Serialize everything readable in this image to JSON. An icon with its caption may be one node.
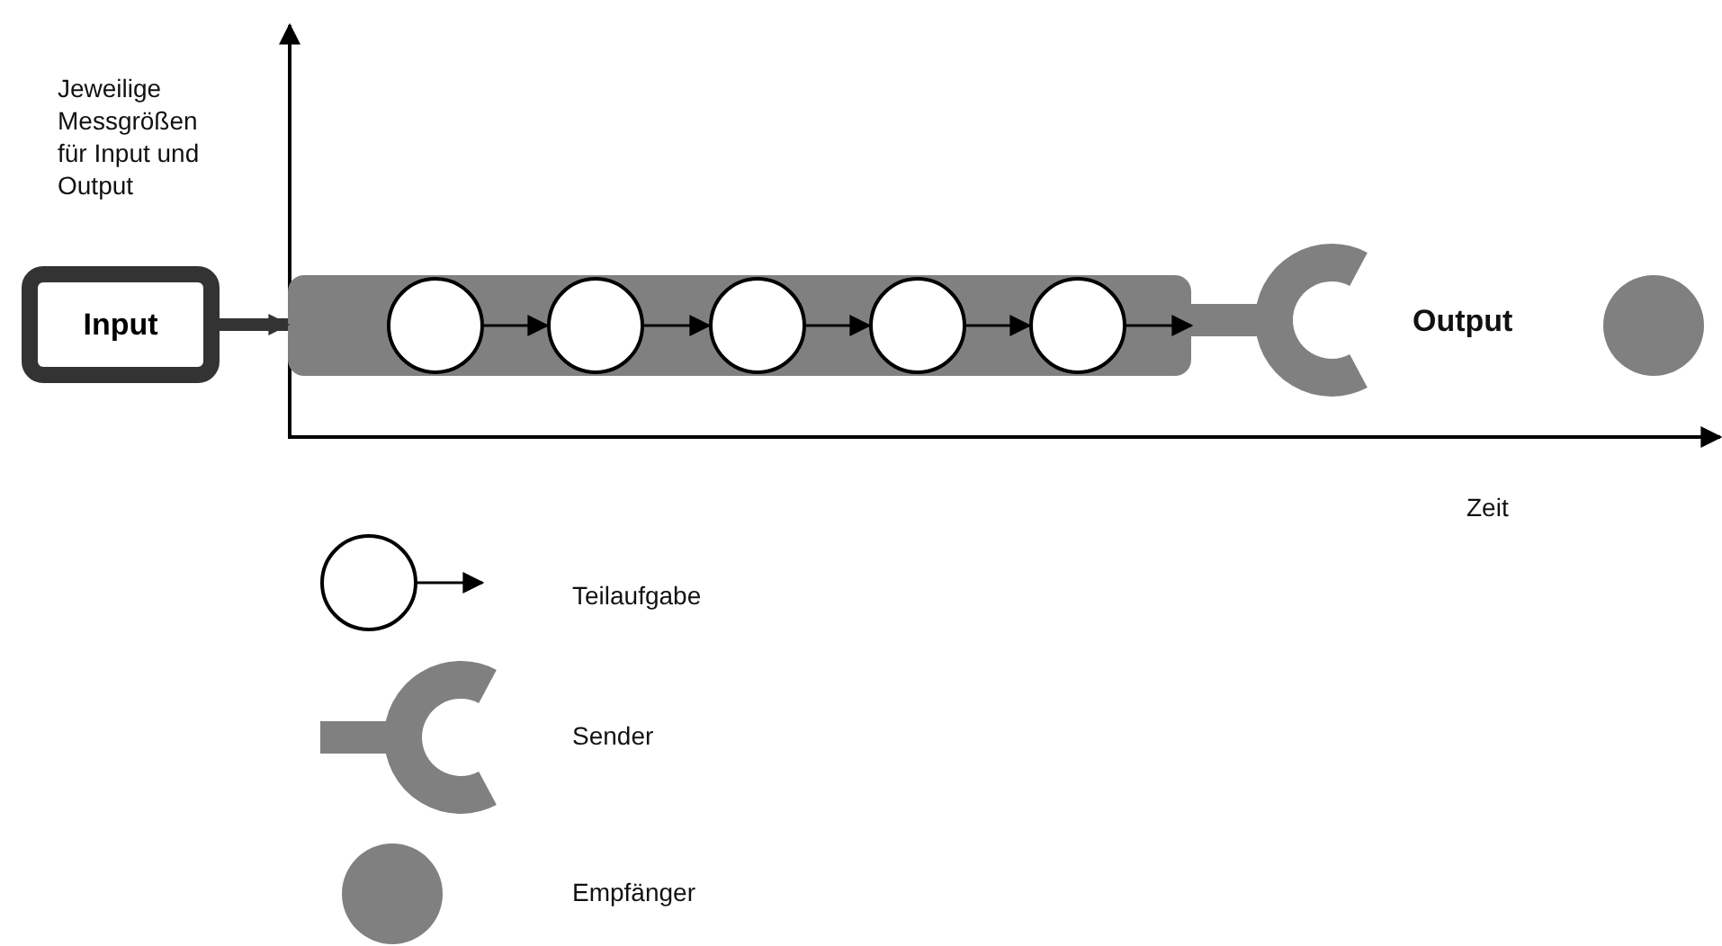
{
  "diagram": {
    "nodes": [
      {
        "text": [
          "Input"
        ]
      },
      {
        "text": [],
        "shape": "bar"
      },
      {
        "text": [],
        "shape": "circle",
        "in": 1
      },
      {
        "text": [],
        "shape": "circle",
        "in": 1
      },
      {
        "text": [],
        "shape": "circle",
        "in": 1
      },
      {
        "text": [],
        "shape": "circle",
        "in": 1
      },
      {
        "text": [],
        "shape": "circle",
        "in": 1
      },
      {
        "text": [],
        "shape": "picture"
      },
      {
        "text": [],
        "shape": "circle"
      }
    ],
    "edges": [
      {
        "from": 0,
        "to": 1,
        "arrow": "to",
        "style": "thick",
        "color": "#333333"
      },
      {
        "from": 2,
        "to": 3,
        "arrow": "to"
      },
      {
        "from": 3,
        "to": 4,
        "arrow": "to"
      },
      {
        "from": 4,
        "to": 5,
        "arrow": "to"
      },
      {
        "from": 5,
        "to": 6,
        "arrow": "to"
      },
      {
        "from": 6,
        "to": 7,
        "arrow": "to"
      }
    ],
    "labels": [
      "Jeweilige Messgrößen für Input und Output",
      "Output",
      "Zeit"
    ],
    "legend": [
      {
        "text": "Teilaufgabe"
      },
      {
        "text": "Sender"
      },
      {
        "text": "Empfänger"
      }
    ]
  }
}
